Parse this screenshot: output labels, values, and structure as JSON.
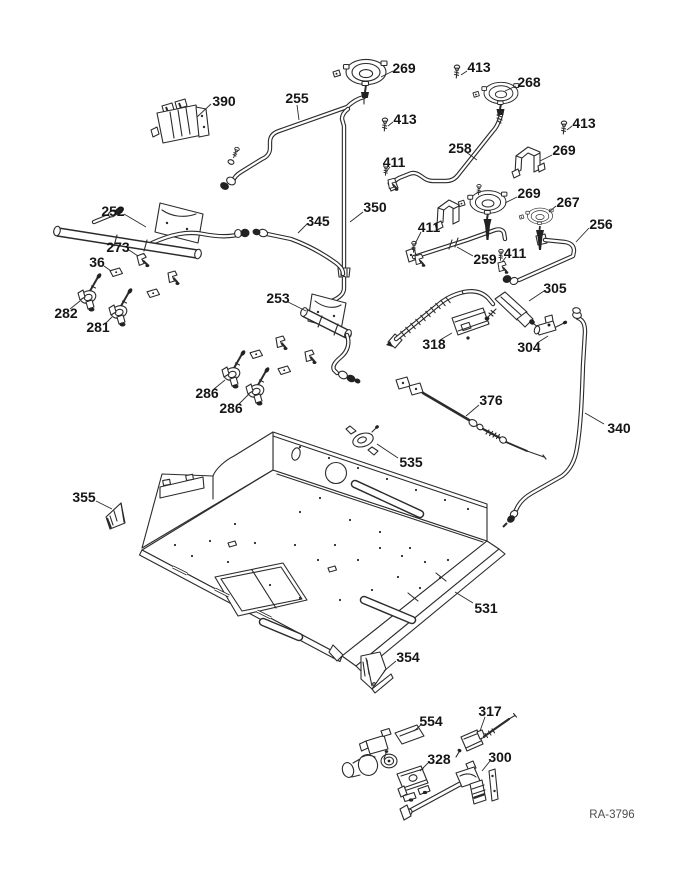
{
  "drawing": {
    "number_label": "RA-3796"
  },
  "colors": {
    "background": "#ffffff",
    "line": "#2b2b2b",
    "callout_text": "#151515",
    "drawing_number_text": "#4d4d4d"
  },
  "callouts": [
    "269",
    "413",
    "268",
    "390",
    "255",
    "413",
    "413",
    "258",
    "269",
    "411",
    "269",
    "267",
    "350",
    "252",
    "345",
    "256",
    "411",
    "273",
    "259",
    "411",
    "36",
    "305",
    "253",
    "282",
    "281",
    "318",
    "304",
    "286",
    "286",
    "376",
    "340",
    "535",
    "355",
    "531",
    "354",
    "554",
    "317",
    "328",
    "300"
  ]
}
